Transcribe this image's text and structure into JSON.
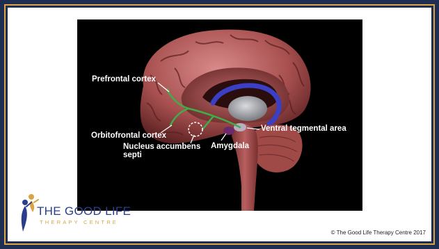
{
  "diagram": {
    "labels": {
      "prefrontal": "Prefrontal cortex",
      "orbitofrontal": "Orbitofrontal cortex",
      "nucleus_line1": "Nucleus accumbens",
      "nucleus_line2": "septi",
      "vta": "Ventral tegmental area",
      "amygdala": "Amygdala"
    },
    "colors": {
      "brain": "#b05a5a",
      "pathway": "#3fae4a",
      "corpus_callosum": "#3a3fc4",
      "thalamus": "#a8aab0",
      "amygdala": "#6a2a6a"
    }
  },
  "logo": {
    "title": "THE GOOD LIFE",
    "subtitle": "THERAPY CENTRE",
    "colors": {
      "blue": "#2a3e8c",
      "gold": "#d9a441"
    }
  },
  "footer": {
    "copyright": "© The Good Life Therapy Centre 2017"
  }
}
